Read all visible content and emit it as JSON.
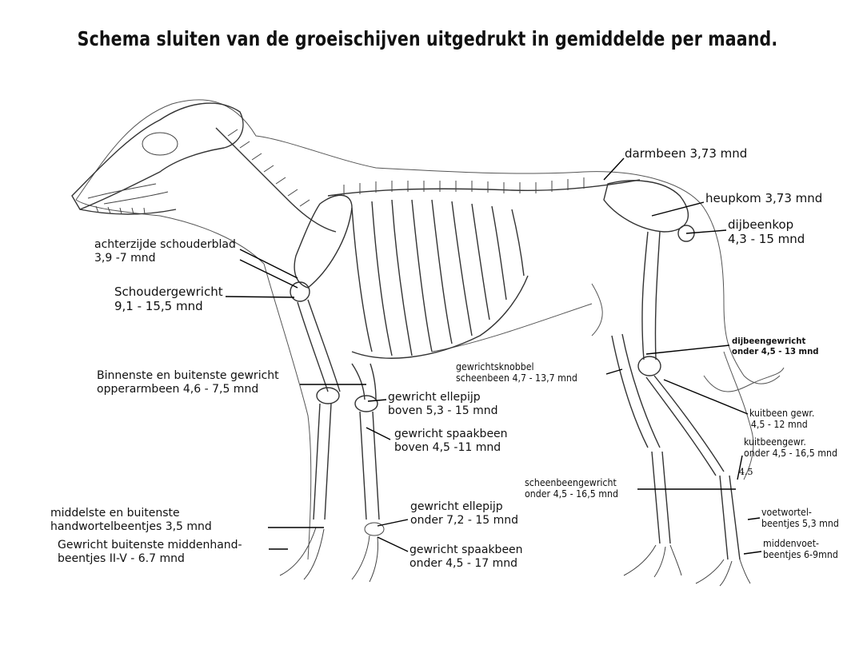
{
  "title": "Schema sluiten van de groeischijven uitgedrukt in gemiddelde per maand.",
  "labels": {
    "darmbeen": "darmbeen 3,73 mnd",
    "heupkom": "heupkom 3,73 mnd",
    "dijbeenkop_1": "dijbeenkop",
    "dijbeenkop_2": "4,3 - 15 mnd",
    "schouderblad_1": "achterzijde schouderblad",
    "schouderblad_2": "3,9 -7 mnd",
    "schoudergewricht_1": "Schoudergewricht",
    "schoudergewricht_2": "9,1 - 15,5 mnd",
    "opperarm_1": "Binnenste en buitenste gewricht",
    "opperarm_2": "opperarmbeen 4,6 - 7,5 mnd",
    "ellepijp_boven_1": "gewricht ellepijp",
    "ellepijp_boven_2": "boven 5,3 - 15 mnd",
    "spaakbeen_boven_1": "gewricht spaakbeen",
    "spaakbeen_boven_2": "boven 4,5 -11 mnd",
    "gewrichtsknobbel_1": "gewrichtsknobbel",
    "gewrichtsknobbel_2": "scheenbeen 4,7 - 13,7 mnd",
    "dijbeengewricht_1": "dijbeengewricht",
    "dijbeengewricht_2": "onder 4,5 - 13 mnd",
    "kuitbeen_1": "kuitbeen gewr.",
    "kuitbeen_2": "4,5 - 12 mnd",
    "kuitbeengewr_1": "kuitbeengewr.",
    "kuitbeengewr_2": "onder 4,5 - 16,5 mnd",
    "scheenbeen_1": "scheenbeengewricht",
    "scheenbeen_2": "onder 4,5 - 16,5 mnd",
    "voetwortel_1": "voetwortel-",
    "voetwortel_2": "beentjes 5,3 mnd",
    "middenvoet_1": "middenvoet-",
    "middenvoet_2": "beentjes 6-9mnd",
    "handwortel_1": "middelste en buitenste",
    "handwortel_2": "handwortelbeentjes 3,5 mnd",
    "middenhand_1": "Gewricht buitenste middenhand-",
    "middenhand_2": "beentjes II-V - 6.7 mnd",
    "ellepijp_onder_1": "gewricht ellepijp",
    "ellepijp_onder_2": "onder 7,2 - 15 mnd",
    "spaakbeen_onder_1": "gewricht spaakbeen",
    "spaakbeen_onder_2": "onder 4,5 - 17 mnd",
    "marker_45": "4.5"
  }
}
